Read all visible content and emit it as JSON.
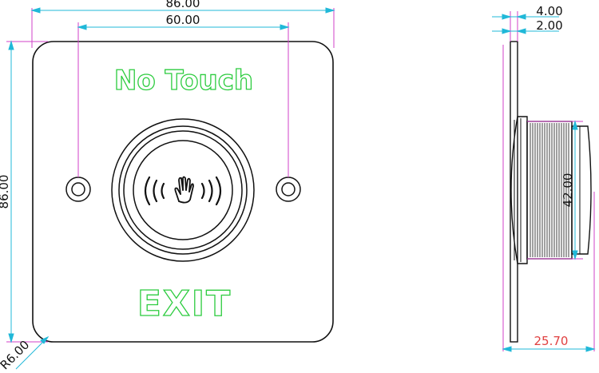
{
  "colors": {
    "outline": "#111111",
    "dimension": "#20b8d8",
    "extension": "#d040c8",
    "label_fill": "#ffffff",
    "label_stroke": "#2ecc40",
    "dim_red": "#e04040"
  },
  "front_view": {
    "label_top": "No Touch",
    "label_bottom": "EXIT",
    "icon": "hand-wave-sensor-icon",
    "dims": {
      "overall_width": "86.00",
      "hole_spacing": "60.00",
      "overall_height": "86.00",
      "corner_radius": "R6.00"
    }
  },
  "side_view": {
    "dims": {
      "plate_thickness": "4.00",
      "plate_offset": "2.00",
      "thread_diameter": "42.00",
      "overall_depth": "25.70"
    }
  }
}
